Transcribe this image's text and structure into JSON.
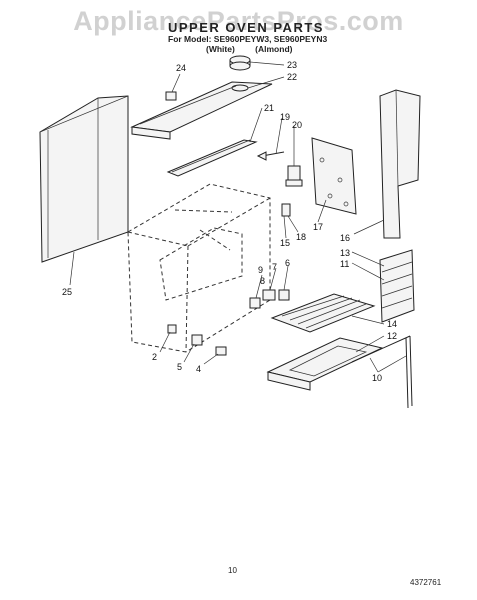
{
  "watermark": "AppliancePartsPros.com",
  "title": "UPPER OVEN PARTS",
  "model_line": "For Model: SE960PEYW3, SE960PEYN3",
  "variants": [
    "(White)",
    "(Almond)"
  ],
  "callouts": {
    "c23": "23",
    "c22": "22",
    "c24": "24",
    "c21": "21",
    "c19": "19",
    "c20": "20",
    "c17": "17",
    "c18": "18",
    "c15": "15",
    "c16": "16",
    "c13": "13",
    "c11": "11",
    "c25": "25",
    "c9": "9",
    "c7": "7",
    "c8": "8",
    "c6": "6",
    "c14": "14",
    "c12": "12",
    "c2": "2",
    "c5": "5",
    "c4": "4",
    "c10": "10"
  },
  "page_number": "10",
  "doc_number": "4372761"
}
